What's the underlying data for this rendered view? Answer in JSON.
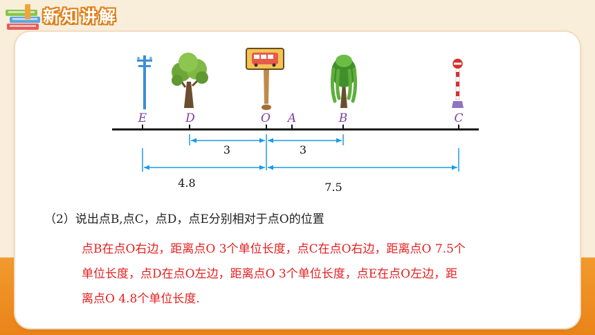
{
  "header": {
    "title": "新知讲解"
  },
  "number_line": {
    "points": [
      {
        "label": "E",
        "value": -4.8,
        "marker": "pole-icon"
      },
      {
        "label": "D",
        "value": -3,
        "marker": "tree-icon"
      },
      {
        "label": "O",
        "value": 0,
        "marker": "bus-stop-sign-icon"
      },
      {
        "label": "A",
        "value": 1,
        "marker": ""
      },
      {
        "label": "B",
        "value": 3,
        "marker": "willow-tree-icon"
      },
      {
        "label": "C",
        "value": 7.5,
        "marker": "no-entry-sign-icon"
      }
    ],
    "distances": [
      {
        "from": "D",
        "to": "O",
        "label": "3"
      },
      {
        "from": "O",
        "to": "B",
        "label": "3"
      },
      {
        "from": "E",
        "to": "O",
        "label": "4.8"
      },
      {
        "from": "O",
        "to": "C",
        "label": "7.5"
      }
    ]
  },
  "question": "（2）说出点B,点C，点D，点E分别相对于点O的位置",
  "answer_lines": [
    "点B在点O右边，距离点O 3个单位长度，点C在点O右边，距离点O 7.5个",
    "单位长度，点D在点O左边，距离点O 3个单位长度，点E在点O左边，距",
    "离点O 4.8个单位长度."
  ],
  "colors": {
    "accent_orange": "#f08c1e",
    "answer_red": "#e41e1e",
    "dimension_blue": "#1a9be8",
    "label_purple": "#7b3fa0"
  }
}
